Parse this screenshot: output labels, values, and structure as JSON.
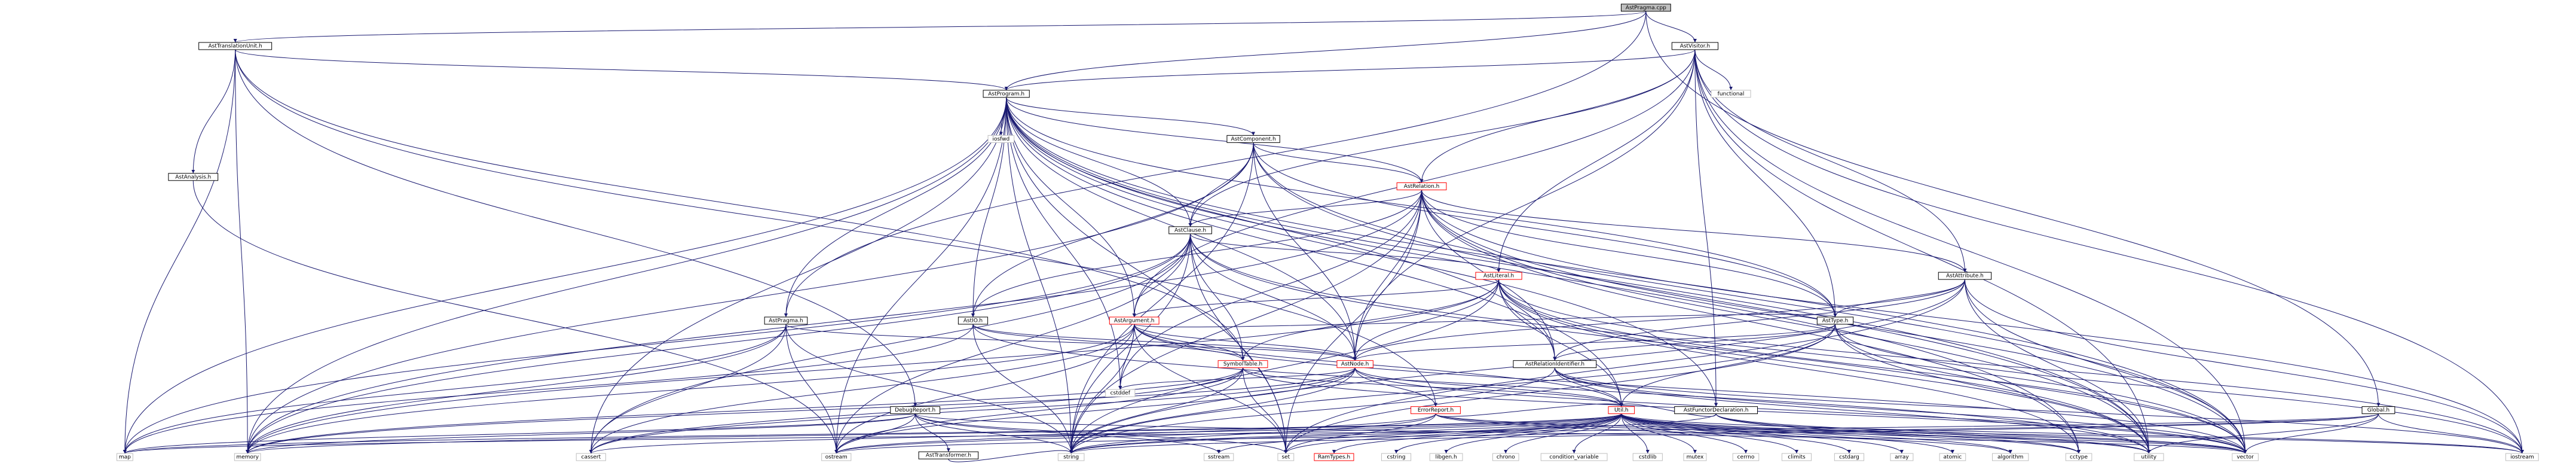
{
  "graph": {
    "nodes": [
      {
        "id": "root",
        "label": "AstPragma.cpp",
        "style": "root"
      },
      {
        "id": "tu",
        "label": "AstTranslationUnit.h",
        "style": "normal"
      },
      {
        "id": "visitor",
        "label": "AstVisitor.h",
        "style": "normal"
      },
      {
        "id": "program",
        "label": "AstProgram.h",
        "style": "normal"
      },
      {
        "id": "functional",
        "label": "functional",
        "style": "plain"
      },
      {
        "id": "analysis",
        "label": "AstAnalysis.h",
        "style": "normal"
      },
      {
        "id": "iosfwd",
        "label": "iosfwd",
        "style": "plain"
      },
      {
        "id": "component",
        "label": "AstComponent.h",
        "style": "normal"
      },
      {
        "id": "relation",
        "label": "AstRelation.h",
        "style": "red"
      },
      {
        "id": "clause",
        "label": "AstClause.h",
        "style": "normal"
      },
      {
        "id": "literal",
        "label": "AstLiteral.h",
        "style": "red"
      },
      {
        "id": "attribute",
        "label": "AstAttribute.h",
        "style": "normal"
      },
      {
        "id": "pragmah",
        "label": "AstPragma.h",
        "style": "normal"
      },
      {
        "id": "astio",
        "label": "AstIO.h",
        "style": "normal"
      },
      {
        "id": "argument",
        "label": "AstArgument.h",
        "style": "red"
      },
      {
        "id": "asttype",
        "label": "AstType.h",
        "style": "normal"
      },
      {
        "id": "symboltable",
        "label": "SymbolTable.h",
        "style": "red"
      },
      {
        "id": "astnode",
        "label": "AstNode.h",
        "style": "red"
      },
      {
        "id": "relid",
        "label": "AstRelationIdentifier.h",
        "style": "normal"
      },
      {
        "id": "debugreport",
        "label": "DebugReport.h",
        "style": "normal"
      },
      {
        "id": "functor",
        "label": "AstFunctorDeclaration.h",
        "style": "normal"
      },
      {
        "id": "errorreport",
        "label": "ErrorReport.h",
        "style": "red"
      },
      {
        "id": "transformer",
        "label": "AstTransformer.h",
        "style": "normal"
      },
      {
        "id": "cstddef",
        "label": "cstddef",
        "style": "plain"
      },
      {
        "id": "util",
        "label": "Util.h",
        "style": "red"
      },
      {
        "id": "global",
        "label": "Global.h",
        "style": "normal"
      },
      {
        "id": "map",
        "label": "map",
        "style": "plain"
      },
      {
        "id": "memory",
        "label": "memory",
        "style": "plain"
      },
      {
        "id": "cassert",
        "label": "cassert",
        "style": "plain"
      },
      {
        "id": "ostream",
        "label": "ostream",
        "style": "plain"
      },
      {
        "id": "string",
        "label": "string",
        "style": "plain"
      },
      {
        "id": "sstream",
        "label": "sstream",
        "style": "plain"
      },
      {
        "id": "set",
        "label": "set",
        "style": "plain"
      },
      {
        "id": "ramtypes",
        "label": "RamTypes.h",
        "style": "red"
      },
      {
        "id": "cstring",
        "label": "cstring",
        "style": "plain"
      },
      {
        "id": "libgen",
        "label": "libgen.h",
        "style": "plain"
      },
      {
        "id": "chrono",
        "label": "chrono",
        "style": "plain"
      },
      {
        "id": "condvar",
        "label": "condition_variable",
        "style": "plain"
      },
      {
        "id": "cstdlib",
        "label": "cstdlib",
        "style": "plain"
      },
      {
        "id": "mutex",
        "label": "mutex",
        "style": "plain"
      },
      {
        "id": "cerrno",
        "label": "cerrno",
        "style": "plain"
      },
      {
        "id": "climits",
        "label": "climits",
        "style": "plain"
      },
      {
        "id": "cstdarg",
        "label": "cstdarg",
        "style": "plain"
      },
      {
        "id": "array",
        "label": "array",
        "style": "plain"
      },
      {
        "id": "atomic",
        "label": "atomic",
        "style": "plain"
      },
      {
        "id": "algorithm",
        "label": "algorithm",
        "style": "plain"
      },
      {
        "id": "cctype",
        "label": "cctype",
        "style": "plain"
      },
      {
        "id": "utility",
        "label": "utility",
        "style": "plain"
      },
      {
        "id": "vector",
        "label": "vector",
        "style": "plain"
      },
      {
        "id": "iostream",
        "label": "iostream",
        "style": "plain"
      }
    ],
    "edges": [
      [
        "root",
        "tu"
      ],
      [
        "root",
        "visitor"
      ],
      [
        "root",
        "program"
      ],
      [
        "root",
        "global"
      ],
      [
        "root",
        "pragmah"
      ],
      [
        "tu",
        "program"
      ],
      [
        "tu",
        "analysis"
      ],
      [
        "tu",
        "debugreport"
      ],
      [
        "tu",
        "errorreport"
      ],
      [
        "tu",
        "map"
      ],
      [
        "tu",
        "memory"
      ],
      [
        "tu",
        "symboltable"
      ],
      [
        "visitor",
        "program"
      ],
      [
        "visitor",
        "functional"
      ],
      [
        "visitor",
        "relation"
      ],
      [
        "visitor",
        "clause"
      ],
      [
        "visitor",
        "literal"
      ],
      [
        "visitor",
        "attribute"
      ],
      [
        "visitor",
        "asttype"
      ],
      [
        "visitor",
        "argument"
      ],
      [
        "visitor",
        "astnode"
      ],
      [
        "visitor",
        "functor"
      ],
      [
        "visitor",
        "vector"
      ],
      [
        "visitor",
        "utility"
      ],
      [
        "visitor",
        "iostream"
      ],
      [
        "program",
        "iosfwd"
      ],
      [
        "program",
        "component"
      ],
      [
        "program",
        "relation"
      ],
      [
        "program",
        "clause"
      ],
      [
        "program",
        "pragmah"
      ],
      [
        "program",
        "astio"
      ],
      [
        "program",
        "argument"
      ],
      [
        "program",
        "asttype"
      ],
      [
        "program",
        "astnode"
      ],
      [
        "program",
        "relid"
      ],
      [
        "program",
        "functor"
      ],
      [
        "program",
        "util"
      ],
      [
        "program",
        "map"
      ],
      [
        "program",
        "memory"
      ],
      [
        "program",
        "cassert"
      ],
      [
        "program",
        "string"
      ],
      [
        "program",
        "set"
      ],
      [
        "program",
        "vector"
      ],
      [
        "program",
        "utility"
      ],
      [
        "program",
        "cstddef"
      ],
      [
        "program",
        "ostream"
      ],
      [
        "program",
        "cctype"
      ],
      [
        "analysis",
        "ostream"
      ],
      [
        "component",
        "relation"
      ],
      [
        "component",
        "clause"
      ],
      [
        "component",
        "astio"
      ],
      [
        "component",
        "asttype"
      ],
      [
        "component",
        "astnode"
      ],
      [
        "component",
        "memory"
      ],
      [
        "component",
        "vector"
      ],
      [
        "component",
        "string"
      ],
      [
        "component",
        "utility"
      ],
      [
        "relation",
        "clause"
      ],
      [
        "relation",
        "attribute"
      ],
      [
        "relation",
        "astio"
      ],
      [
        "relation",
        "astnode"
      ],
      [
        "relation",
        "relid"
      ],
      [
        "relation",
        "asttype"
      ],
      [
        "relation",
        "set"
      ],
      [
        "relation",
        "vector"
      ],
      [
        "relation",
        "memory"
      ],
      [
        "relation",
        "string"
      ],
      [
        "relation",
        "utility"
      ],
      [
        "relation",
        "cstddef"
      ],
      [
        "relation",
        "iostream"
      ],
      [
        "relation",
        "cctype"
      ],
      [
        "clause",
        "literal"
      ],
      [
        "clause",
        "argument"
      ],
      [
        "clause",
        "astnode"
      ],
      [
        "clause",
        "symboltable"
      ],
      [
        "clause",
        "memory"
      ],
      [
        "clause",
        "vector"
      ],
      [
        "clause",
        "map"
      ],
      [
        "clause",
        "string"
      ],
      [
        "clause",
        "set"
      ],
      [
        "clause",
        "cassert"
      ],
      [
        "clause",
        "ostream"
      ],
      [
        "clause",
        "utility"
      ],
      [
        "literal",
        "argument"
      ],
      [
        "literal",
        "astnode"
      ],
      [
        "literal",
        "relid"
      ],
      [
        "literal",
        "util"
      ],
      [
        "literal",
        "symboltable"
      ],
      [
        "literal",
        "memory"
      ],
      [
        "literal",
        "vector"
      ],
      [
        "literal",
        "string"
      ],
      [
        "literal",
        "cctype"
      ],
      [
        "literal",
        "utility"
      ],
      [
        "literal",
        "iostream"
      ],
      [
        "attribute",
        "asttype"
      ],
      [
        "attribute",
        "astnode"
      ],
      [
        "attribute",
        "relid"
      ],
      [
        "attribute",
        "string"
      ],
      [
        "attribute",
        "set"
      ],
      [
        "attribute",
        "vector"
      ],
      [
        "attribute",
        "utility"
      ],
      [
        "attribute",
        "iostream"
      ],
      [
        "pragmah",
        "astnode"
      ],
      [
        "pragmah",
        "memory"
      ],
      [
        "pragmah",
        "string"
      ],
      [
        "pragmah",
        "ostream"
      ],
      [
        "pragmah",
        "cassert"
      ],
      [
        "pragmah",
        "map"
      ],
      [
        "astio",
        "astnode"
      ],
      [
        "astio",
        "symboltable"
      ],
      [
        "astio",
        "string"
      ],
      [
        "astio",
        "map"
      ],
      [
        "astio",
        "utility"
      ],
      [
        "argument",
        "astnode"
      ],
      [
        "argument",
        "asttype"
      ],
      [
        "argument",
        "symboltable"
      ],
      [
        "argument",
        "util"
      ],
      [
        "argument",
        "cstddef"
      ],
      [
        "argument",
        "string"
      ],
      [
        "argument",
        "memory"
      ],
      [
        "argument",
        "cassert"
      ],
      [
        "argument",
        "vector"
      ],
      [
        "argument",
        "set"
      ],
      [
        "argument",
        "ostream"
      ],
      [
        "asttype",
        "astnode"
      ],
      [
        "asttype",
        "relid"
      ],
      [
        "asttype",
        "util"
      ],
      [
        "asttype",
        "set"
      ],
      [
        "asttype",
        "string"
      ],
      [
        "asttype",
        "vector"
      ],
      [
        "asttype",
        "utility"
      ],
      [
        "asttype",
        "iostream"
      ],
      [
        "symboltable",
        "util"
      ],
      [
        "symboltable",
        "string"
      ],
      [
        "symboltable",
        "set"
      ],
      [
        "symboltable",
        "vector"
      ],
      [
        "symboltable",
        "ostream"
      ],
      [
        "symboltable",
        "memory"
      ],
      [
        "symboltable",
        "cassert"
      ],
      [
        "astnode",
        "util"
      ],
      [
        "astnode",
        "errorreport"
      ],
      [
        "astnode",
        "memory"
      ],
      [
        "astnode",
        "string"
      ],
      [
        "astnode",
        "ostream"
      ],
      [
        "astnode",
        "vector"
      ],
      [
        "astnode",
        "cassert"
      ],
      [
        "astnode",
        "cstddef"
      ],
      [
        "relid",
        "util"
      ],
      [
        "relid",
        "string"
      ],
      [
        "relid",
        "vector"
      ],
      [
        "relid",
        "iostream"
      ],
      [
        "relid",
        "utility"
      ],
      [
        "debugreport",
        "transformer"
      ],
      [
        "debugreport",
        "string"
      ],
      [
        "debugreport",
        "sstream"
      ],
      [
        "debugreport",
        "set"
      ],
      [
        "debugreport",
        "vector"
      ],
      [
        "debugreport",
        "ostream"
      ],
      [
        "debugreport",
        "memory"
      ],
      [
        "debugreport",
        "map"
      ],
      [
        "functor",
        "util"
      ],
      [
        "functor",
        "string"
      ],
      [
        "functor",
        "vector"
      ],
      [
        "functor",
        "cctype"
      ],
      [
        "functor",
        "utility"
      ],
      [
        "errorreport",
        "util"
      ],
      [
        "errorreport",
        "set"
      ],
      [
        "errorreport",
        "string"
      ],
      [
        "errorreport",
        "vector"
      ],
      [
        "errorreport",
        "algorithm"
      ],
      [
        "errorreport",
        "ostream"
      ],
      [
        "errorreport",
        "iostream"
      ],
      [
        "transformer",
        "string"
      ],
      [
        "util",
        "ramtypes"
      ],
      [
        "util",
        "cstring"
      ],
      [
        "util",
        "libgen"
      ],
      [
        "util",
        "chrono"
      ],
      [
        "util",
        "condvar"
      ],
      [
        "util",
        "cstdlib"
      ],
      [
        "util",
        "mutex"
      ],
      [
        "util",
        "cerrno"
      ],
      [
        "util",
        "climits"
      ],
      [
        "util",
        "cstdarg"
      ],
      [
        "util",
        "array"
      ],
      [
        "util",
        "atomic"
      ],
      [
        "util",
        "algorithm"
      ],
      [
        "util",
        "cctype"
      ],
      [
        "util",
        "utility"
      ],
      [
        "util",
        "vector"
      ],
      [
        "util",
        "iostream"
      ],
      [
        "util",
        "map"
      ],
      [
        "util",
        "memory"
      ],
      [
        "util",
        "cassert"
      ],
      [
        "util",
        "ostream"
      ],
      [
        "util",
        "string"
      ],
      [
        "util",
        "sstream"
      ],
      [
        "util",
        "set"
      ],
      [
        "global",
        "vector"
      ],
      [
        "global",
        "iostream"
      ],
      [
        "global",
        "ostream"
      ],
      [
        "global",
        "string"
      ],
      [
        "global",
        "map"
      ],
      [
        "global",
        "utility"
      ]
    ]
  }
}
